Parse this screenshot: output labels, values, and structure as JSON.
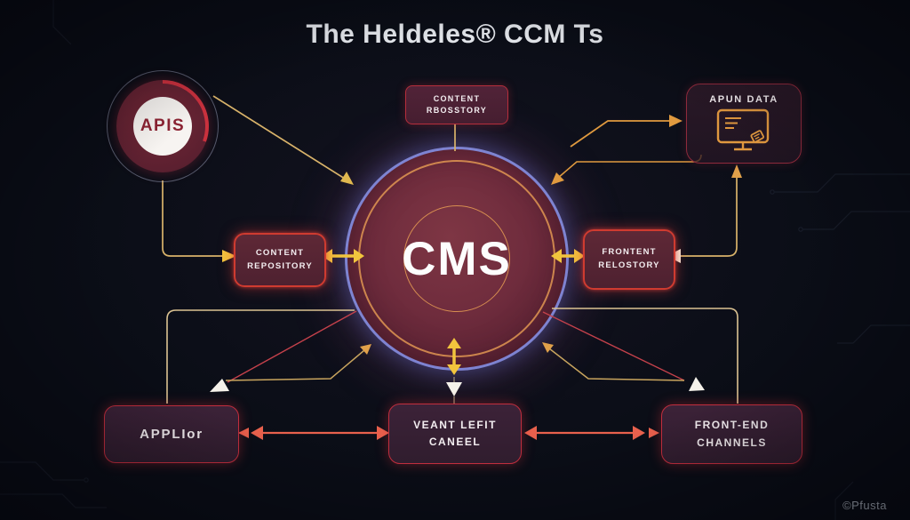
{
  "title": "The Heldeles® CCM Ts",
  "watermark": "©Pfusta",
  "nodes": {
    "apis": {
      "label": "APIS"
    },
    "top_repository": {
      "label": "CONTENT\nRBOSSTORY"
    },
    "apun_data": {
      "label": "APUN DATA",
      "icon": "monitor-icon"
    },
    "cms": {
      "label": "CMS"
    },
    "left_repository": {
      "label": "CONTENT\nREPOSITORY"
    },
    "right_repository": {
      "label": "FRONTENT\nRELOSTORY"
    },
    "bottom_left": {
      "label": "APPLIor"
    },
    "bottom_center": {
      "label": "VEANT LEFIT\nCANEEL"
    },
    "bottom_right": {
      "label": "FRONT-END\nCHANNELS"
    }
  },
  "colors": {
    "background": "#0a0d16",
    "box_border_red": "#cf3440",
    "arrow_yellow": "#f2c53d",
    "arrow_orange": "#e09a3f",
    "arrow_tan": "#cfa960",
    "arrow_salmon": "#e8614d",
    "line_red": "#c4414b",
    "cms_ring_blue": "#7d87d8",
    "white_arrow": "#f5f2ea"
  }
}
